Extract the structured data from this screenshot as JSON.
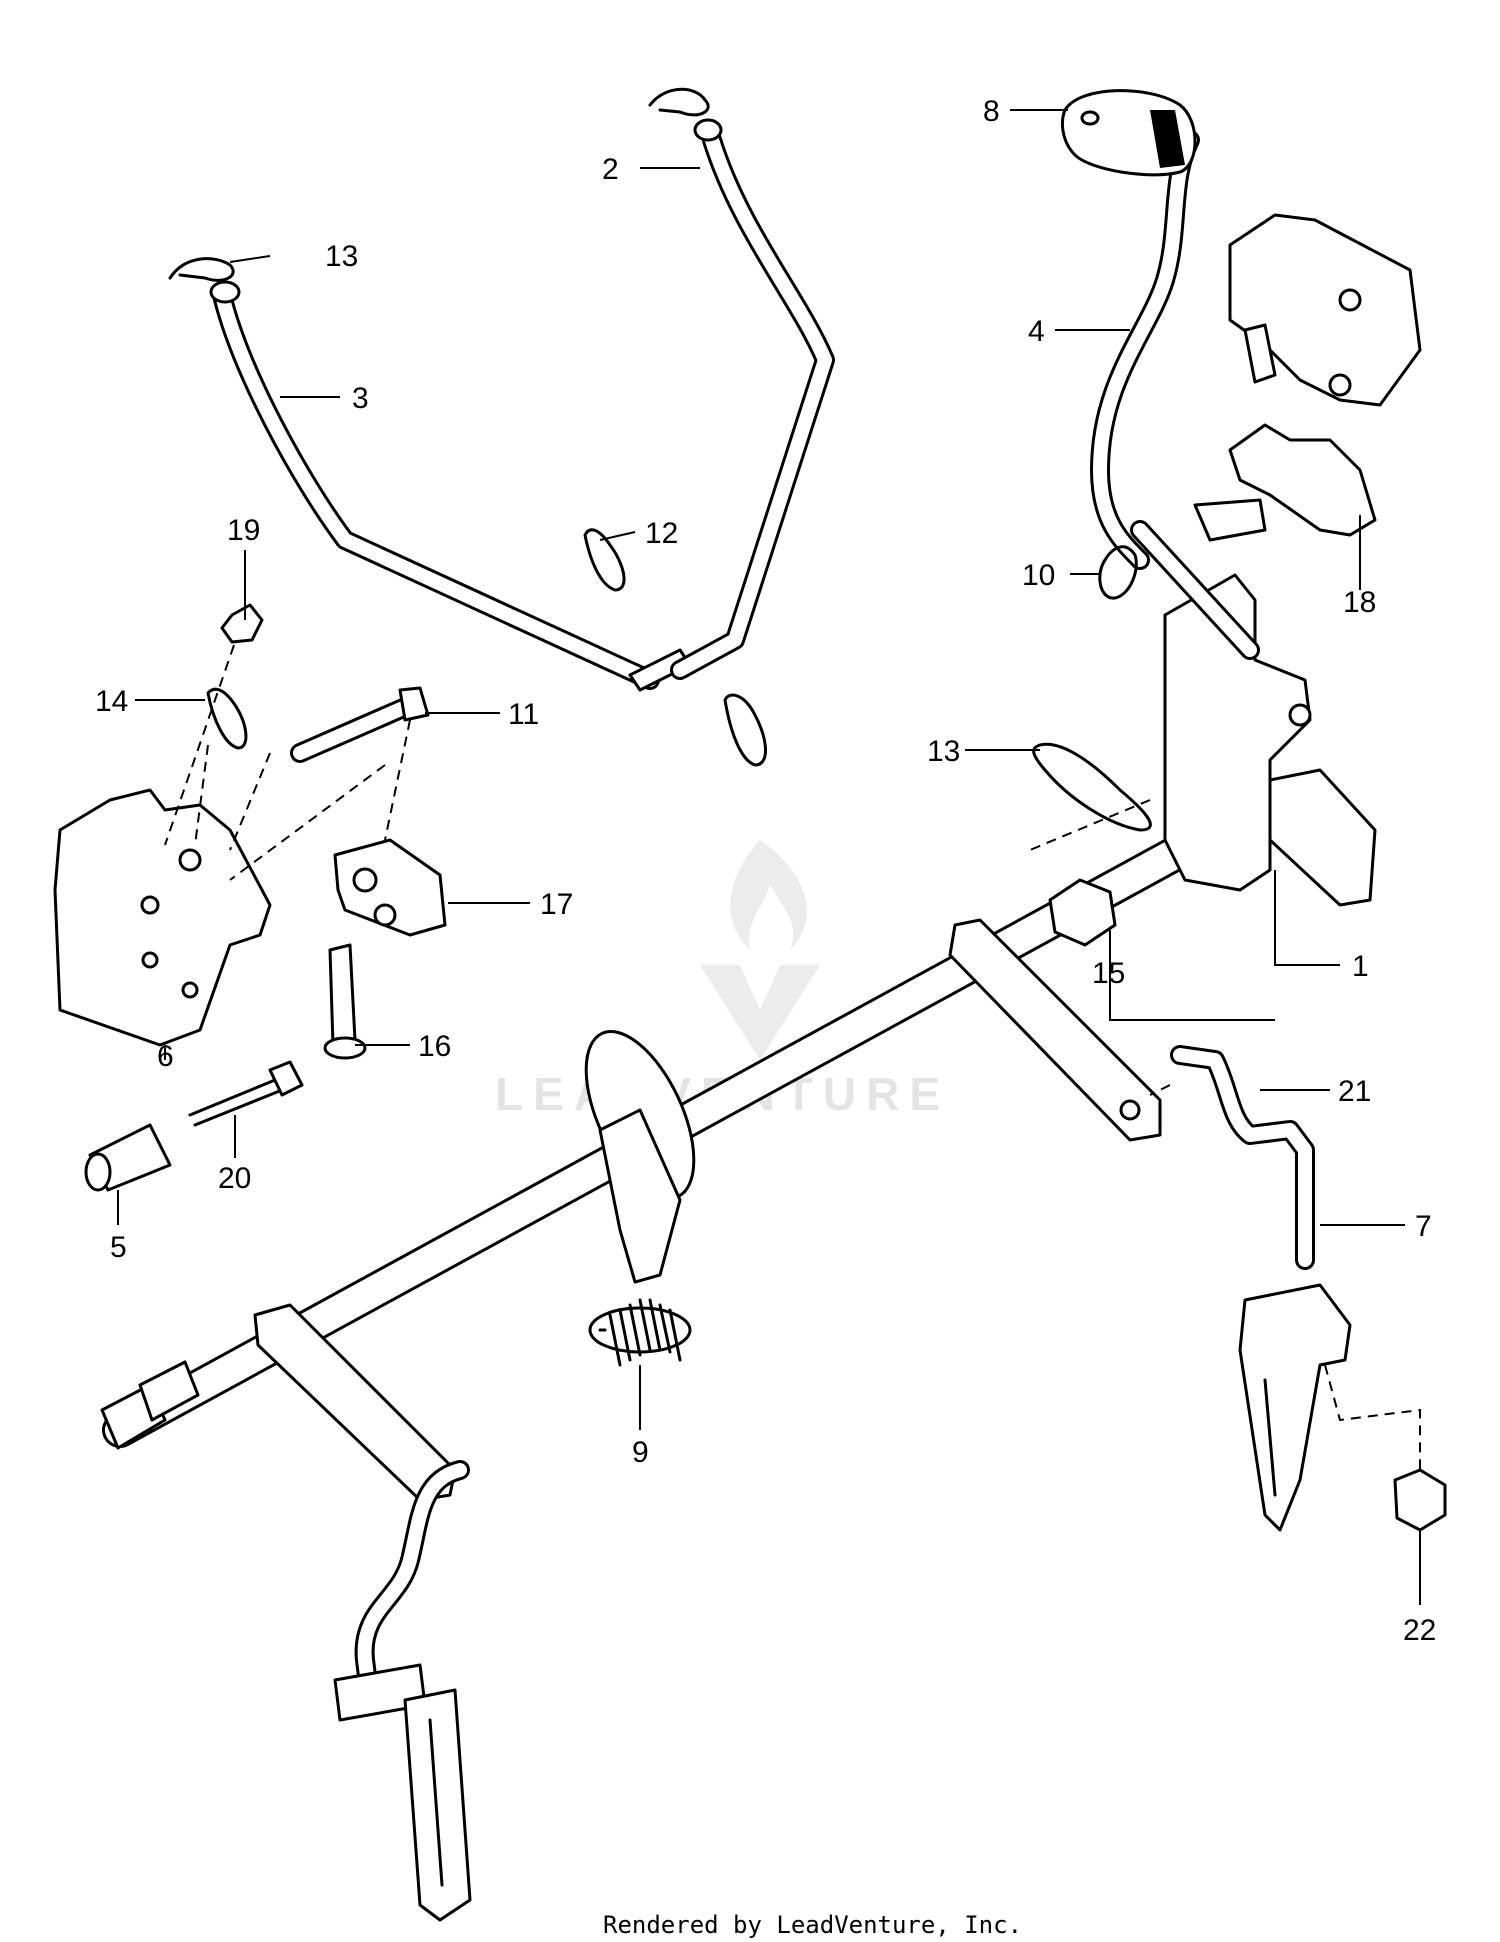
{
  "callouts": {
    "c1": "1",
    "c2": "2",
    "c3": "3",
    "c4": "4",
    "c5": "5",
    "c6": "6",
    "c7": "7",
    "c8": "8",
    "c9": "9",
    "c10": "10",
    "c11": "11",
    "c12": "12",
    "c13a": "13",
    "c13b": "13",
    "c14": "14",
    "c15": "15",
    "c16": "16",
    "c17": "17",
    "c18": "18",
    "c19": "19",
    "c20": "20",
    "c21": "21",
    "c22": "22"
  },
  "watermark": {
    "text": "LEADVENTURE",
    "color": "#e4e4e4"
  },
  "footer": {
    "text": "Rendered by LeadVenture, Inc."
  }
}
